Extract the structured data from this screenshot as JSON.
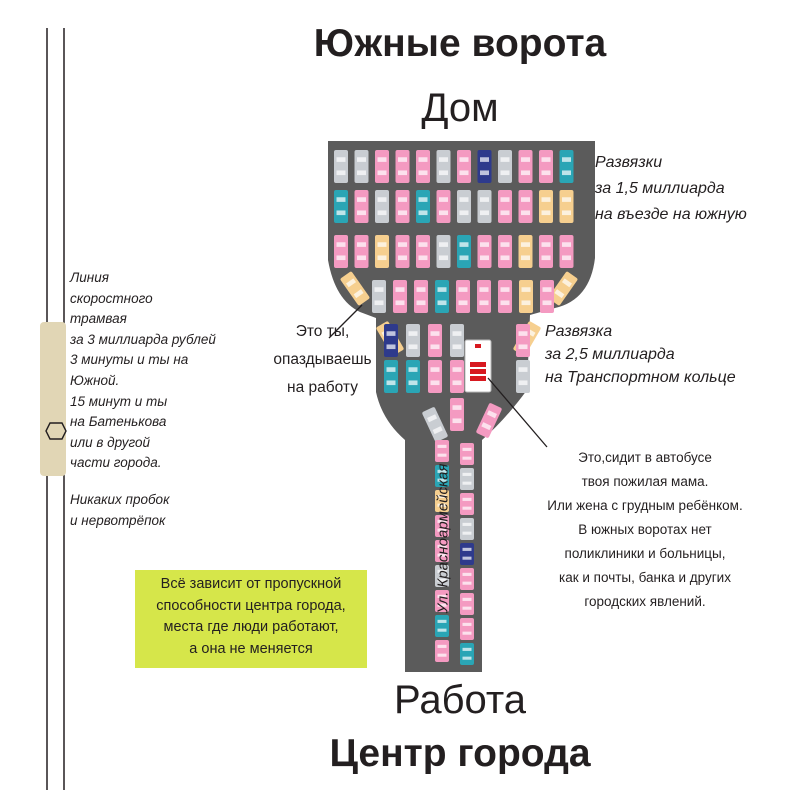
{
  "title_top": "Южные ворота",
  "title_bottom": "Центр города",
  "top_label": "Дом",
  "bottom_label": "Работа",
  "street_label": "Ул. Красноармейская",
  "tram": {
    "text": "Линия\nскоростного\nтрамвая\nза 3 миллиарда рублей\n3 минуты и ты на\nЮжной.\n15 минут и ты\nна Батенькова\nили в другой\nчасти города.",
    "note": "Никаких пробок\nи нервотрёпок"
  },
  "interchange_1": "Развязки\nза 1,5 миллиарда\nна въезде на южную",
  "interchange_2": "Развязка\nза 2,5 миллиарда\nна Транспортном кольце",
  "you_label": "Это ты,\nопаздываешь\nна работу",
  "bus_label": "Это,сидит в автобусе\nтвоя пожилая мама.\nИли жена с грудным ребёнком.\nВ южных воротах нет\nполиклиники и больницы,\nкак и почты, банка и других\nгородских явлений.",
  "green_box": "Всё зависит от пропускной\nспособности центра города,\nместа где люди работают,\nа она не меняется",
  "colors": {
    "road": "#5b5b5b",
    "car_pink": "#f49ac1",
    "car_gray": "#c9cdd2",
    "car_teal": "#2aa5b5",
    "car_navy": "#2e3a8c",
    "car_yellow": "#f6cf8f",
    "bus_red": "#d71920",
    "tram_tube": "#e1d6b5",
    "green_box": "#d6e64a"
  }
}
